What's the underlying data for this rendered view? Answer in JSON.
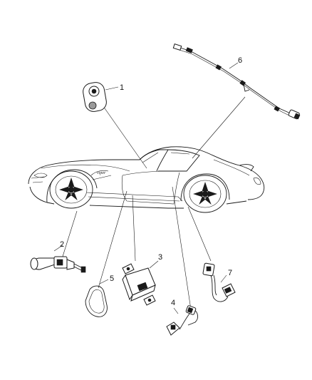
{
  "callouts": [
    {
      "id": "1",
      "text": "1"
    },
    {
      "id": "2",
      "text": "2"
    },
    {
      "id": "3",
      "text": "3"
    },
    {
      "id": "4",
      "text": "4"
    },
    {
      "id": "5",
      "text": "5"
    },
    {
      "id": "6",
      "text": "6"
    },
    {
      "id": "7",
      "text": "7"
    }
  ],
  "colors": {
    "line": "#1a1a1a",
    "background": "#ffffff"
  },
  "icons": [
    "door-jamb-switch-icon",
    "lamp-socket-icon",
    "switch-module-icon",
    "connector-harness-icon",
    "seal-ring-icon",
    "wiring-harness-icon",
    "pigtail-connector-icon",
    "car-outline-icon"
  ]
}
